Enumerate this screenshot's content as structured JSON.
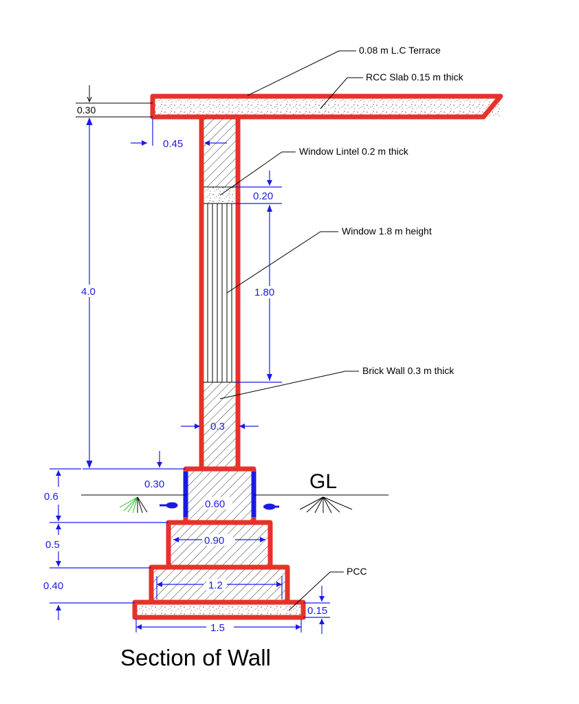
{
  "labels": {
    "terrace": "0.08 m L.C Terrace",
    "slab": "RCC Slab 0.15 m thick",
    "lintel": "Window Lintel 0.2 m thick",
    "window": "Window 1.8 m height",
    "brick_wall": "Brick Wall 0.3 m thick",
    "pcc": "PCC",
    "ground_level": "GL"
  },
  "dimensions": {
    "slab_thickness": "0.30",
    "slab_offset": "0.45",
    "lintel_height": "0.20",
    "window_height": "1.80",
    "wall_height": "4.0",
    "wall_thickness": "0.3",
    "plinth_depth": "0.30",
    "plinth_height": "0.6",
    "plinth_width": "0.60",
    "footing1_height": "0.5",
    "footing1_width": "0.90",
    "footing2_height": "0.40",
    "footing2_width": "1.2",
    "pcc_thickness": "0.15",
    "pcc_width": "1.5"
  },
  "title": "Section of Wall",
  "colors": {
    "outline": "#e8312a",
    "dimension": "#1a1ae6",
    "damp_proof": "#1a1ae6",
    "text": "#000000"
  }
}
